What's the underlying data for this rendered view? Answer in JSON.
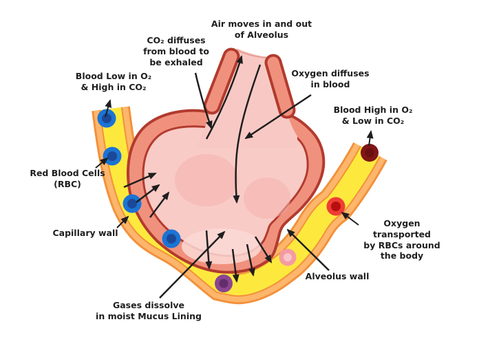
{
  "labels": {
    "co2_exhaled": "CO₂ diffuses\nfrom blood to\nbe exhaled",
    "air_moves": "Air moves in and out\nof Alveolus",
    "blood_low": "Blood Low in O₂\n& High in CO₂",
    "o2_diffuses": "Oxygen diffuses\nin blood",
    "blood_high": "Blood High in O₂\n& Low in CO₂",
    "rbc": "Red Blood Cells\n(RBC)",
    "capillary_wall": "Capillary wall",
    "gases_dissolve": "Gases dissolve\nin moist Mucus Lining",
    "o2_transported": "Oxygen transported\nby RBCs around\nthe body",
    "alveolus_wall": "Alveolus wall"
  },
  "colors": {
    "background": "#ffffff",
    "alveolus_outline": "#b23b2e",
    "alveolus_wall_band": "#f0917e",
    "alveolus_interior": "#f9cbc6",
    "alveolus_interior_shade": "#f4b3ae",
    "capillary_lumen_yellow": "#fde93e",
    "capillary_wall_fill": "#fdb66b",
    "capillary_wall_outline": "#f2913c",
    "rbc_blue_ring": "#1b74d4",
    "rbc_blue_core": "#1c4898",
    "rbc_dark_red": "#7f1517",
    "rbc_red_ring": "#ef3d35",
    "rbc_red_core": "#b70f0f",
    "rbc_purple_ring": "#8b4591",
    "rbc_purple_core": "#622d6b",
    "rbc_pink_ring": "#f59aa4",
    "rbc_pink_core": "#f9c6c8",
    "arrow": "#1e1e1e"
  },
  "figure": {
    "red_blood_cells": [
      {
        "type": "deoxygenated-blue",
        "count": 4
      },
      {
        "type": "dark-red-oxygenated",
        "count": 1
      },
      {
        "type": "red-oxygenated",
        "count": 1
      },
      {
        "type": "purple",
        "count": 1
      },
      {
        "type": "pink",
        "count": 1
      }
    ]
  }
}
